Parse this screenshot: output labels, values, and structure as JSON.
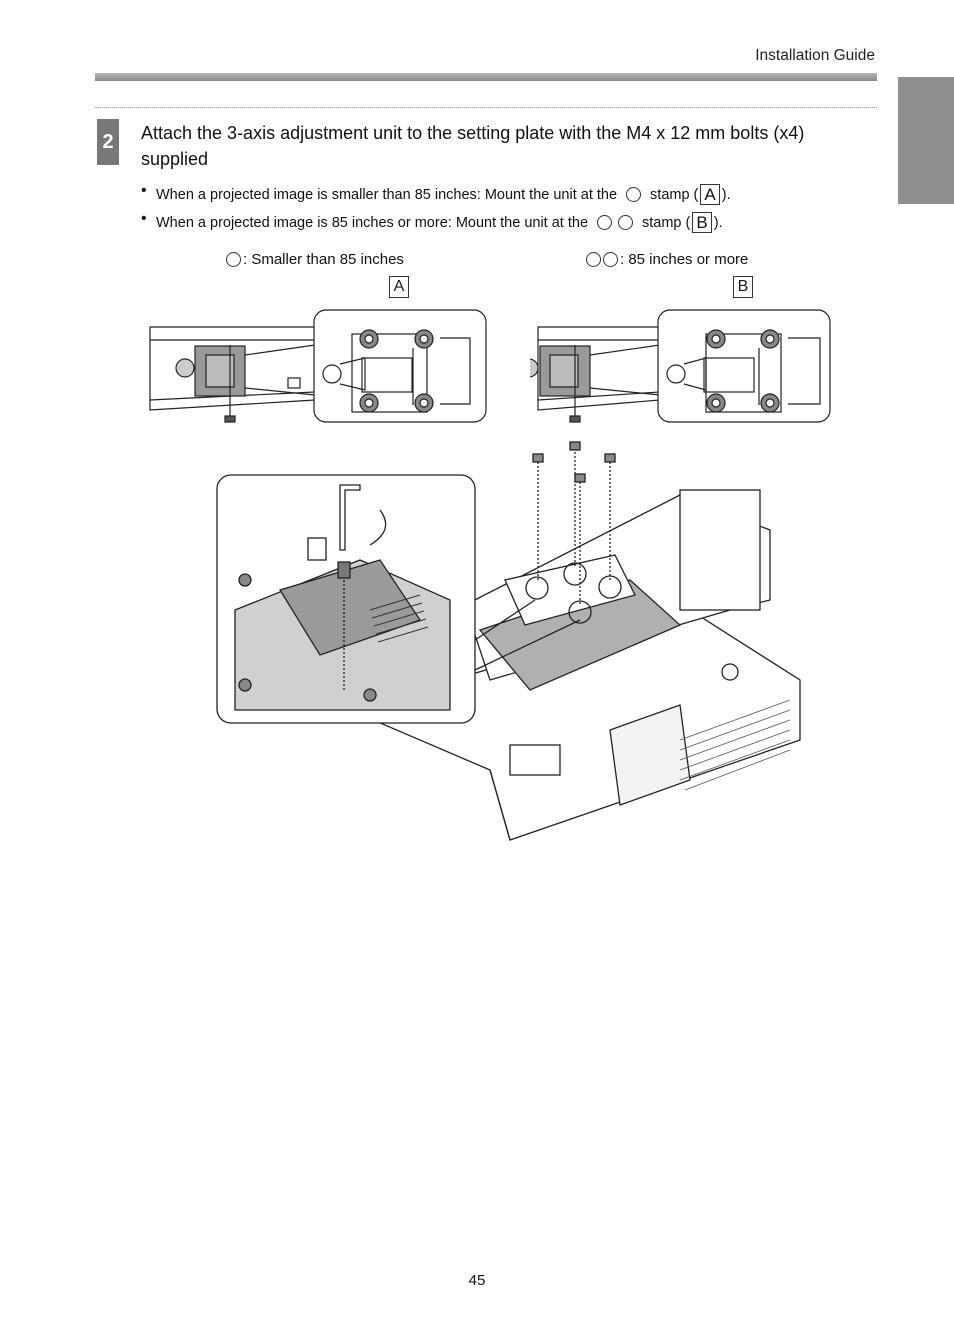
{
  "header": {
    "title": "Installation Guide"
  },
  "step": {
    "number": "2",
    "text": "Attach the 3-axis adjustment unit to the setting plate with the M4 x 12 mm bolts (x4) supplied"
  },
  "bullets": [
    {
      "dot": "•",
      "prefix": "When a projected image is smaller than 85 inches: Mount the unit at the",
      "middle": "stamp (",
      "letter": "A",
      "suffix": ")."
    },
    {
      "dot": "•",
      "prefix": "When a projected image is 85 inches or more: Mount the unit at the",
      "middle": "stamp (",
      "letter": "B",
      "suffix": ")."
    }
  ],
  "figure": {
    "caption_left": ": Smaller than 85 inches",
    "caption_right": ": 85 inches or more",
    "label_a": "A",
    "label_b": "B"
  },
  "footer": {
    "page_number": "45"
  }
}
